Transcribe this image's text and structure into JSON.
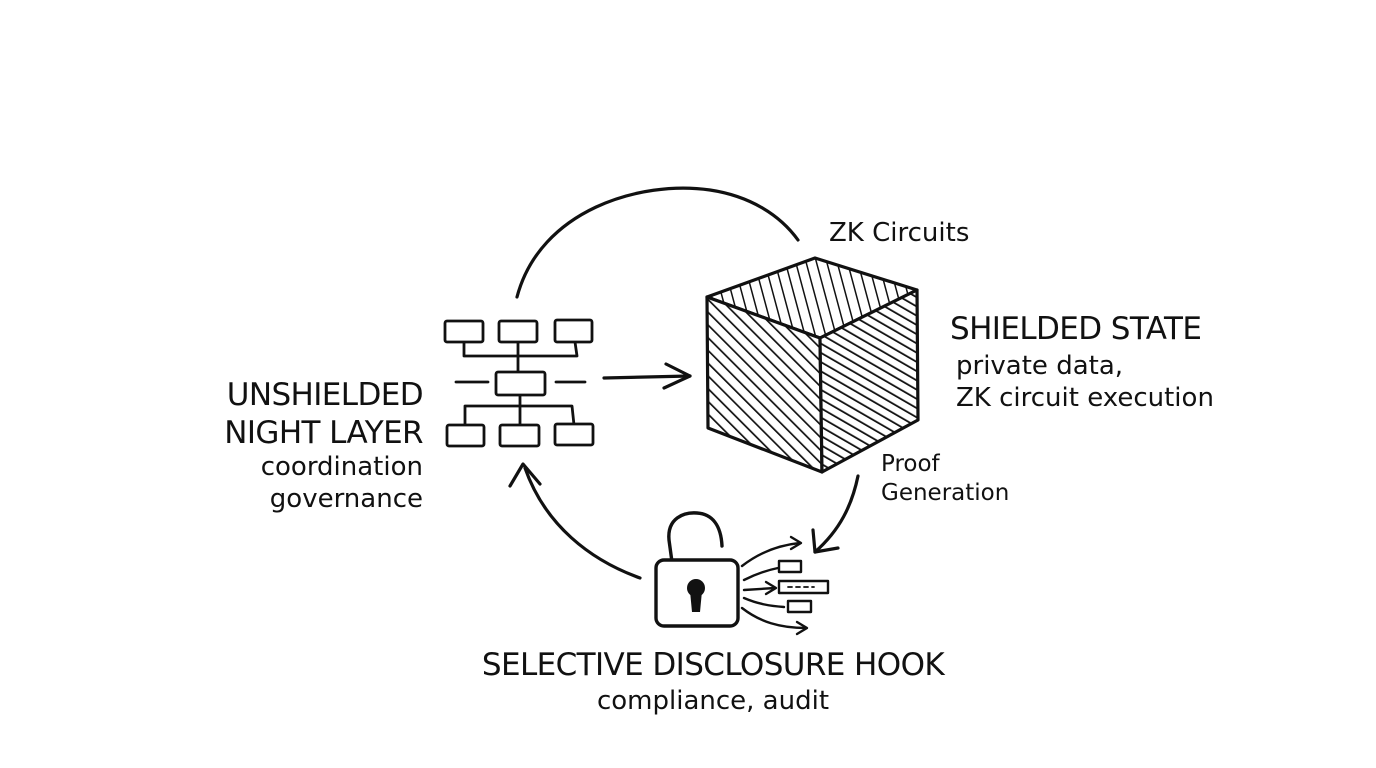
{
  "colors": {
    "ink": "#111111",
    "background": "#ffffff"
  },
  "labels": {
    "zk_circuits": "ZK Circuits",
    "unshielded_title_1": "UNSHIELDED",
    "unshielded_title_2": "NIGHT LAYER",
    "unshielded_desc_1": "coordination",
    "unshielded_desc_2": "governance",
    "shielded_title": "SHIELDED STATE",
    "shielded_desc_1": "private data,",
    "shielded_desc_2": "ZK circuit execution",
    "proof_1": "Proof",
    "proof_2": "Generation",
    "disclosure_title": "SELECTIVE DISCLOSURE HOOK",
    "disclosure_desc": "compliance, audit"
  },
  "icons": {
    "network": "node-network-icon",
    "cube": "shielded-cube-icon",
    "lock": "open-padlock-icon",
    "data": "data-stream-icon"
  }
}
